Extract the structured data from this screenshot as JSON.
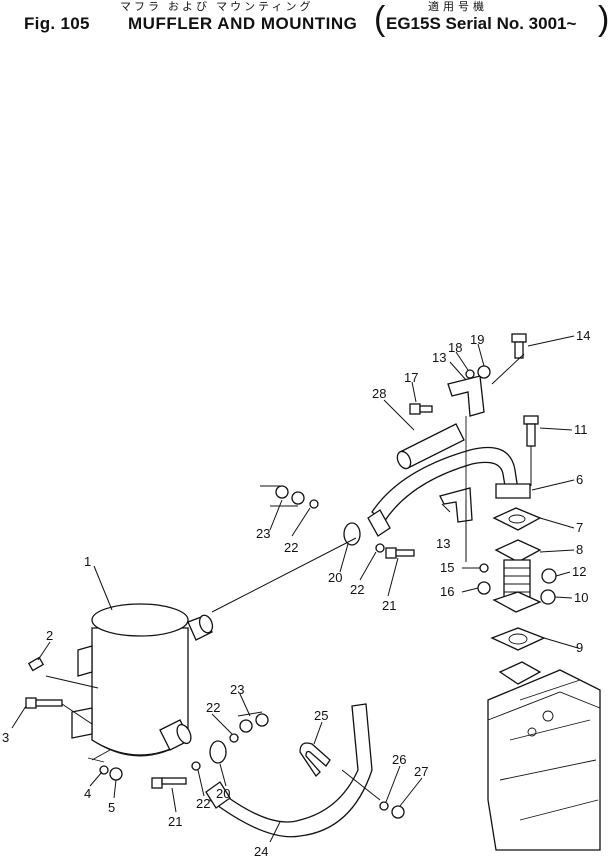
{
  "header": {
    "fig": "Fig. 105",
    "title": "MUFFLER AND MOUNTING",
    "title_jp": "マフラ および マウンティング",
    "applicable_jp": "適用号機",
    "serial": "EG15S Serial No. 3001~"
  },
  "callouts": [
    "1",
    "2",
    "3",
    "4",
    "5",
    "6",
    "7",
    "8",
    "9",
    "10",
    "11",
    "12",
    "13",
    "13",
    "14",
    "15",
    "16",
    "17",
    "18",
    "19",
    "20",
    "20",
    "21",
    "21",
    "22",
    "22",
    "22",
    "22",
    "23",
    "23",
    "24",
    "25",
    "26",
    "27",
    "28"
  ]
}
